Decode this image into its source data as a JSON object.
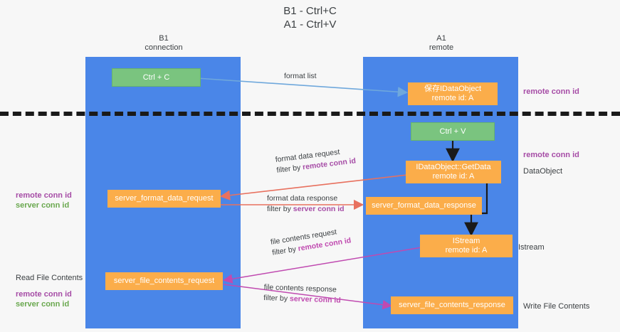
{
  "title": {
    "line1": "B1 - Ctrl+C",
    "line2": "A1 - Ctrl+V"
  },
  "lanes": [
    {
      "name": "B1",
      "sub": "connection"
    },
    {
      "name": "A1",
      "sub": "remote"
    }
  ],
  "boxes": {
    "ctrl_c": {
      "line1": "Ctrl + C",
      "line2": ""
    },
    "save_dataobj": {
      "line1": "保存IDataObject",
      "line2": "remote id: A"
    },
    "ctrl_v": {
      "line1": "Ctrl + V",
      "line2": ""
    },
    "getdata": {
      "line1": "IDataObject::GetData",
      "line2": "remote id: A"
    },
    "fmt_request": {
      "line1": "server_format_data_request",
      "line2": ""
    },
    "fmt_response": {
      "line1": "server_format_data_response",
      "line2": ""
    },
    "istream": {
      "line1": "IStream",
      "line2": "remote id: A"
    },
    "file_request": {
      "line1": "server_file_contents_request",
      "line2": ""
    },
    "file_response": {
      "line1": "server_file_contents_response",
      "line2": ""
    }
  },
  "edge_labels": {
    "format_list": {
      "text": "format list"
    },
    "fmt_req_l1": {
      "text": "format data request"
    },
    "fmt_req_l2a": {
      "text": "filter by "
    },
    "fmt_req_l2b": {
      "text": "remote conn id"
    },
    "fmt_res_l1": {
      "text": "format data response"
    },
    "fmt_res_l2a": {
      "text": "filter by "
    },
    "fmt_res_l2b": {
      "text": "server conn id"
    },
    "file_req_l1": {
      "text": "file contents request"
    },
    "file_req_l2a": {
      "text": "filter by "
    },
    "file_req_l2b": {
      "text": "remote conn id"
    },
    "file_res_l1": {
      "text": "file contents response"
    },
    "file_res_l2a": {
      "text": "filter by "
    },
    "file_res_l2b": {
      "text": "server conn id"
    }
  },
  "annotations": {
    "right_top": {
      "purple": "remote conn id"
    },
    "right_mid": {
      "purple": "remote conn id",
      "black": "DataObject"
    },
    "right_stream": {
      "black": "Istream"
    },
    "right_write": {
      "black": "Write File Contents"
    },
    "left_mid": {
      "purple": "remote conn id",
      "green": "server conn id"
    },
    "left_bottom": {
      "black": "Read File Contents",
      "purple": "remote conn id",
      "green": "server conn id"
    }
  },
  "colors": {
    "lane": "#4a86e8",
    "green_box": "#7ac47f",
    "orange_box": "#fbad4a",
    "arrow_blue": "#6fa8dc",
    "arrow_red": "#e8715f",
    "arrow_magenta": "#c04ab0",
    "arrow_black": "#1a1a1a",
    "purple_text": "#a64ca6",
    "green_text": "#6aa84f",
    "background": "#f7f7f7"
  }
}
